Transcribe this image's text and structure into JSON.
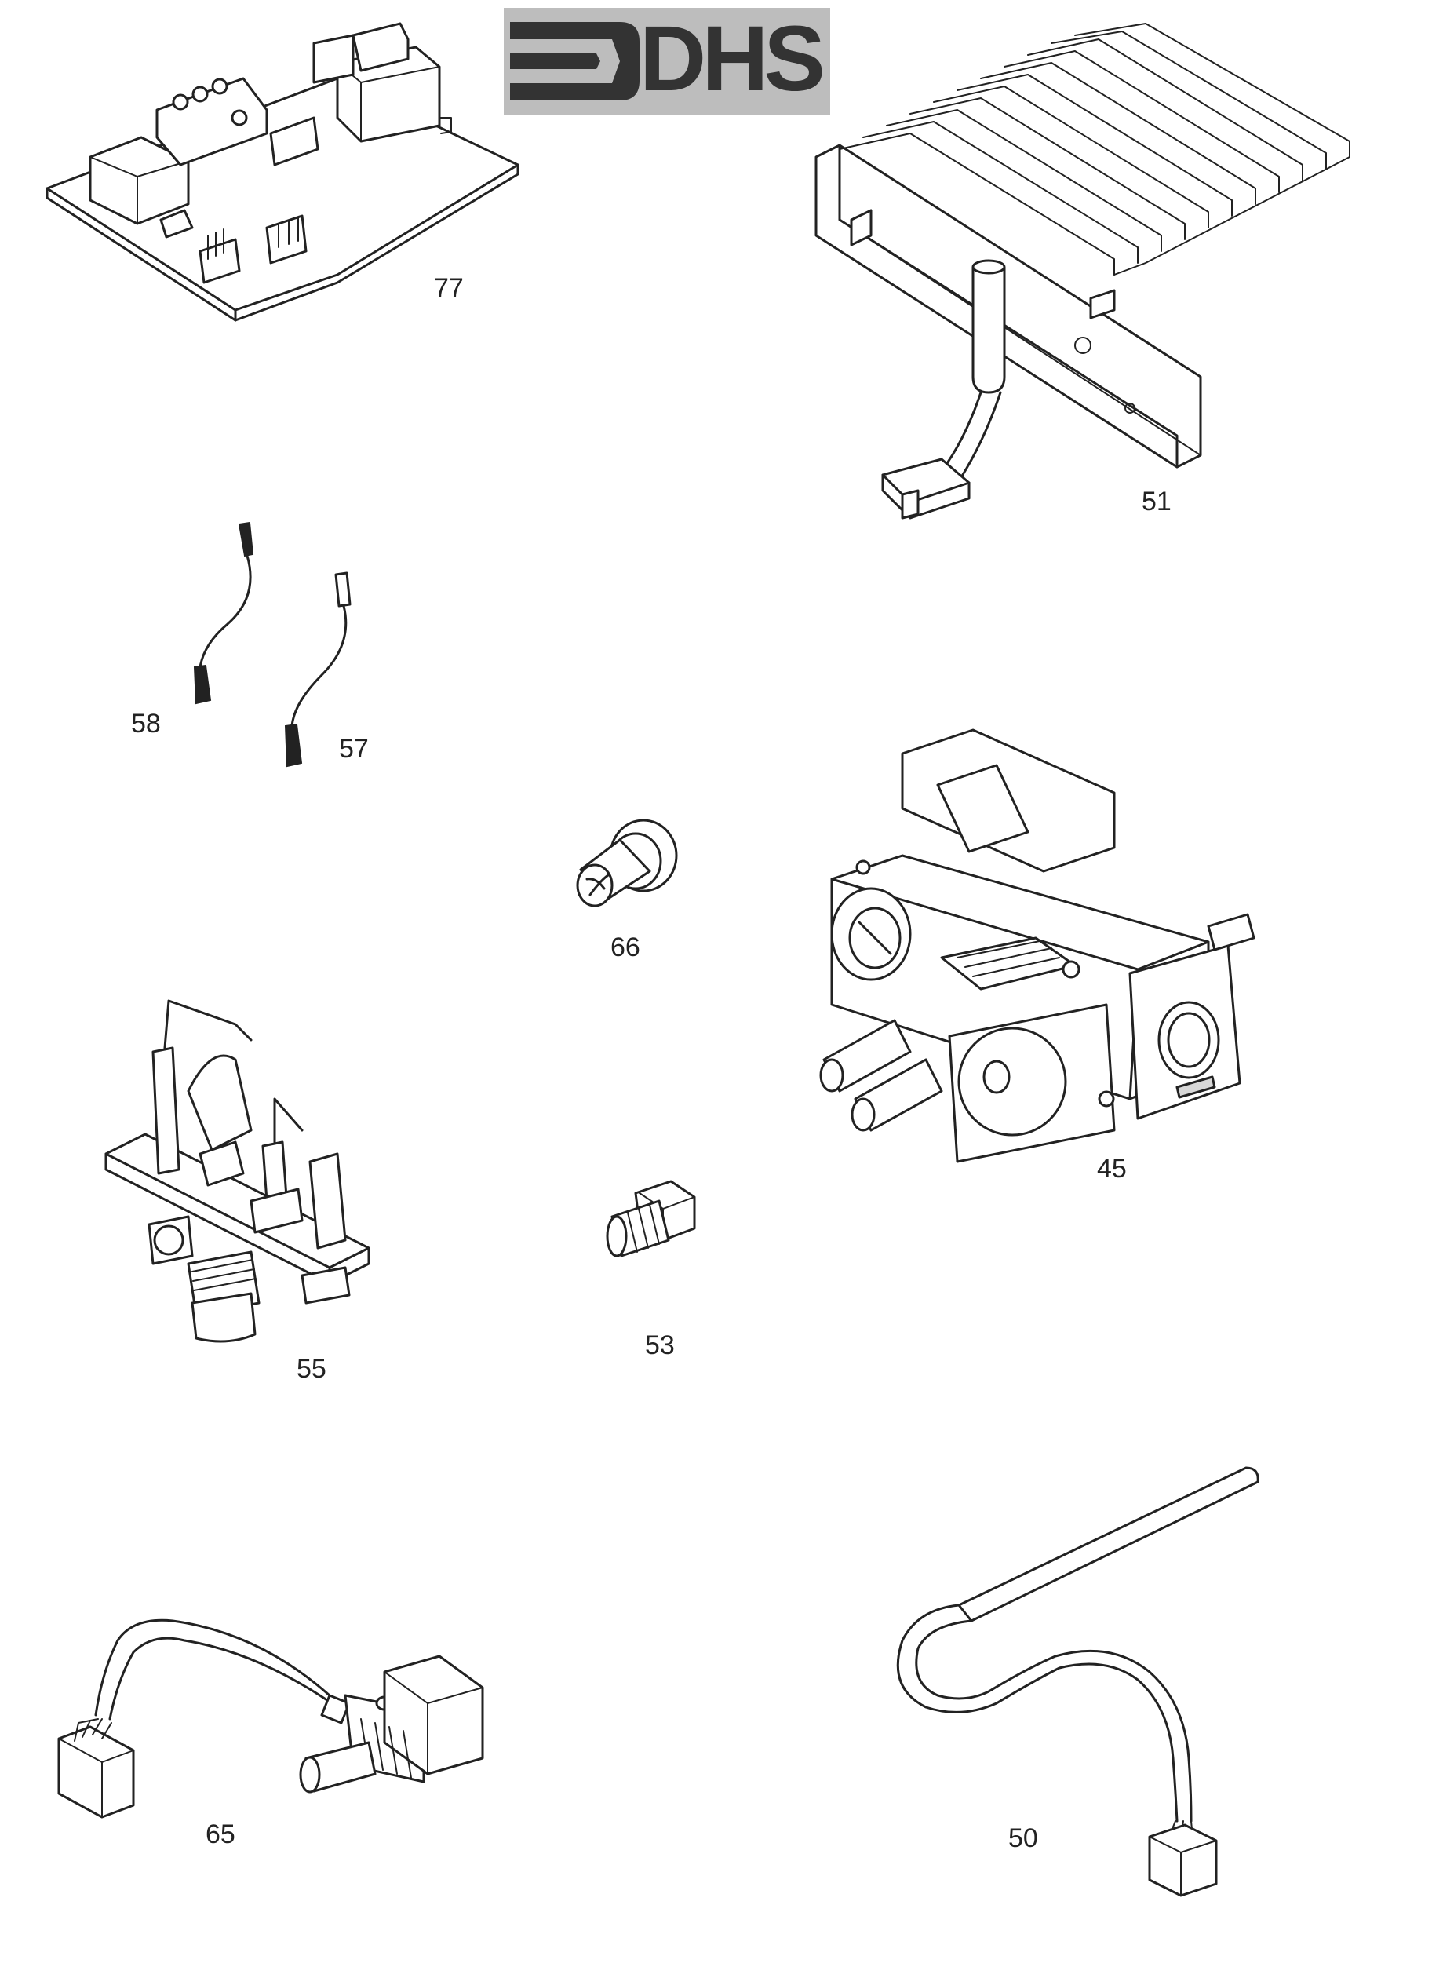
{
  "brand": {
    "name": "DHS",
    "color": "#333333"
  },
  "parts": [
    {
      "id": "77",
      "label": "77",
      "icon": "control-pcb"
    },
    {
      "id": "51",
      "label": "51",
      "icon": "burner-assembly"
    },
    {
      "id": "58",
      "label": "58",
      "icon": "lead-wire"
    },
    {
      "id": "57",
      "label": "57",
      "icon": "lead-wire"
    },
    {
      "id": "66",
      "label": "66",
      "icon": "control-knob"
    },
    {
      "id": "45",
      "label": "45",
      "icon": "gas-valve"
    },
    {
      "id": "55",
      "label": "55",
      "icon": "pilot-assembly"
    },
    {
      "id": "53",
      "label": "53",
      "icon": "plug-screw"
    },
    {
      "id": "65",
      "label": "65",
      "icon": "potentiometer-harness"
    },
    {
      "id": "50",
      "label": "50",
      "icon": "thermistor-sensor"
    }
  ]
}
